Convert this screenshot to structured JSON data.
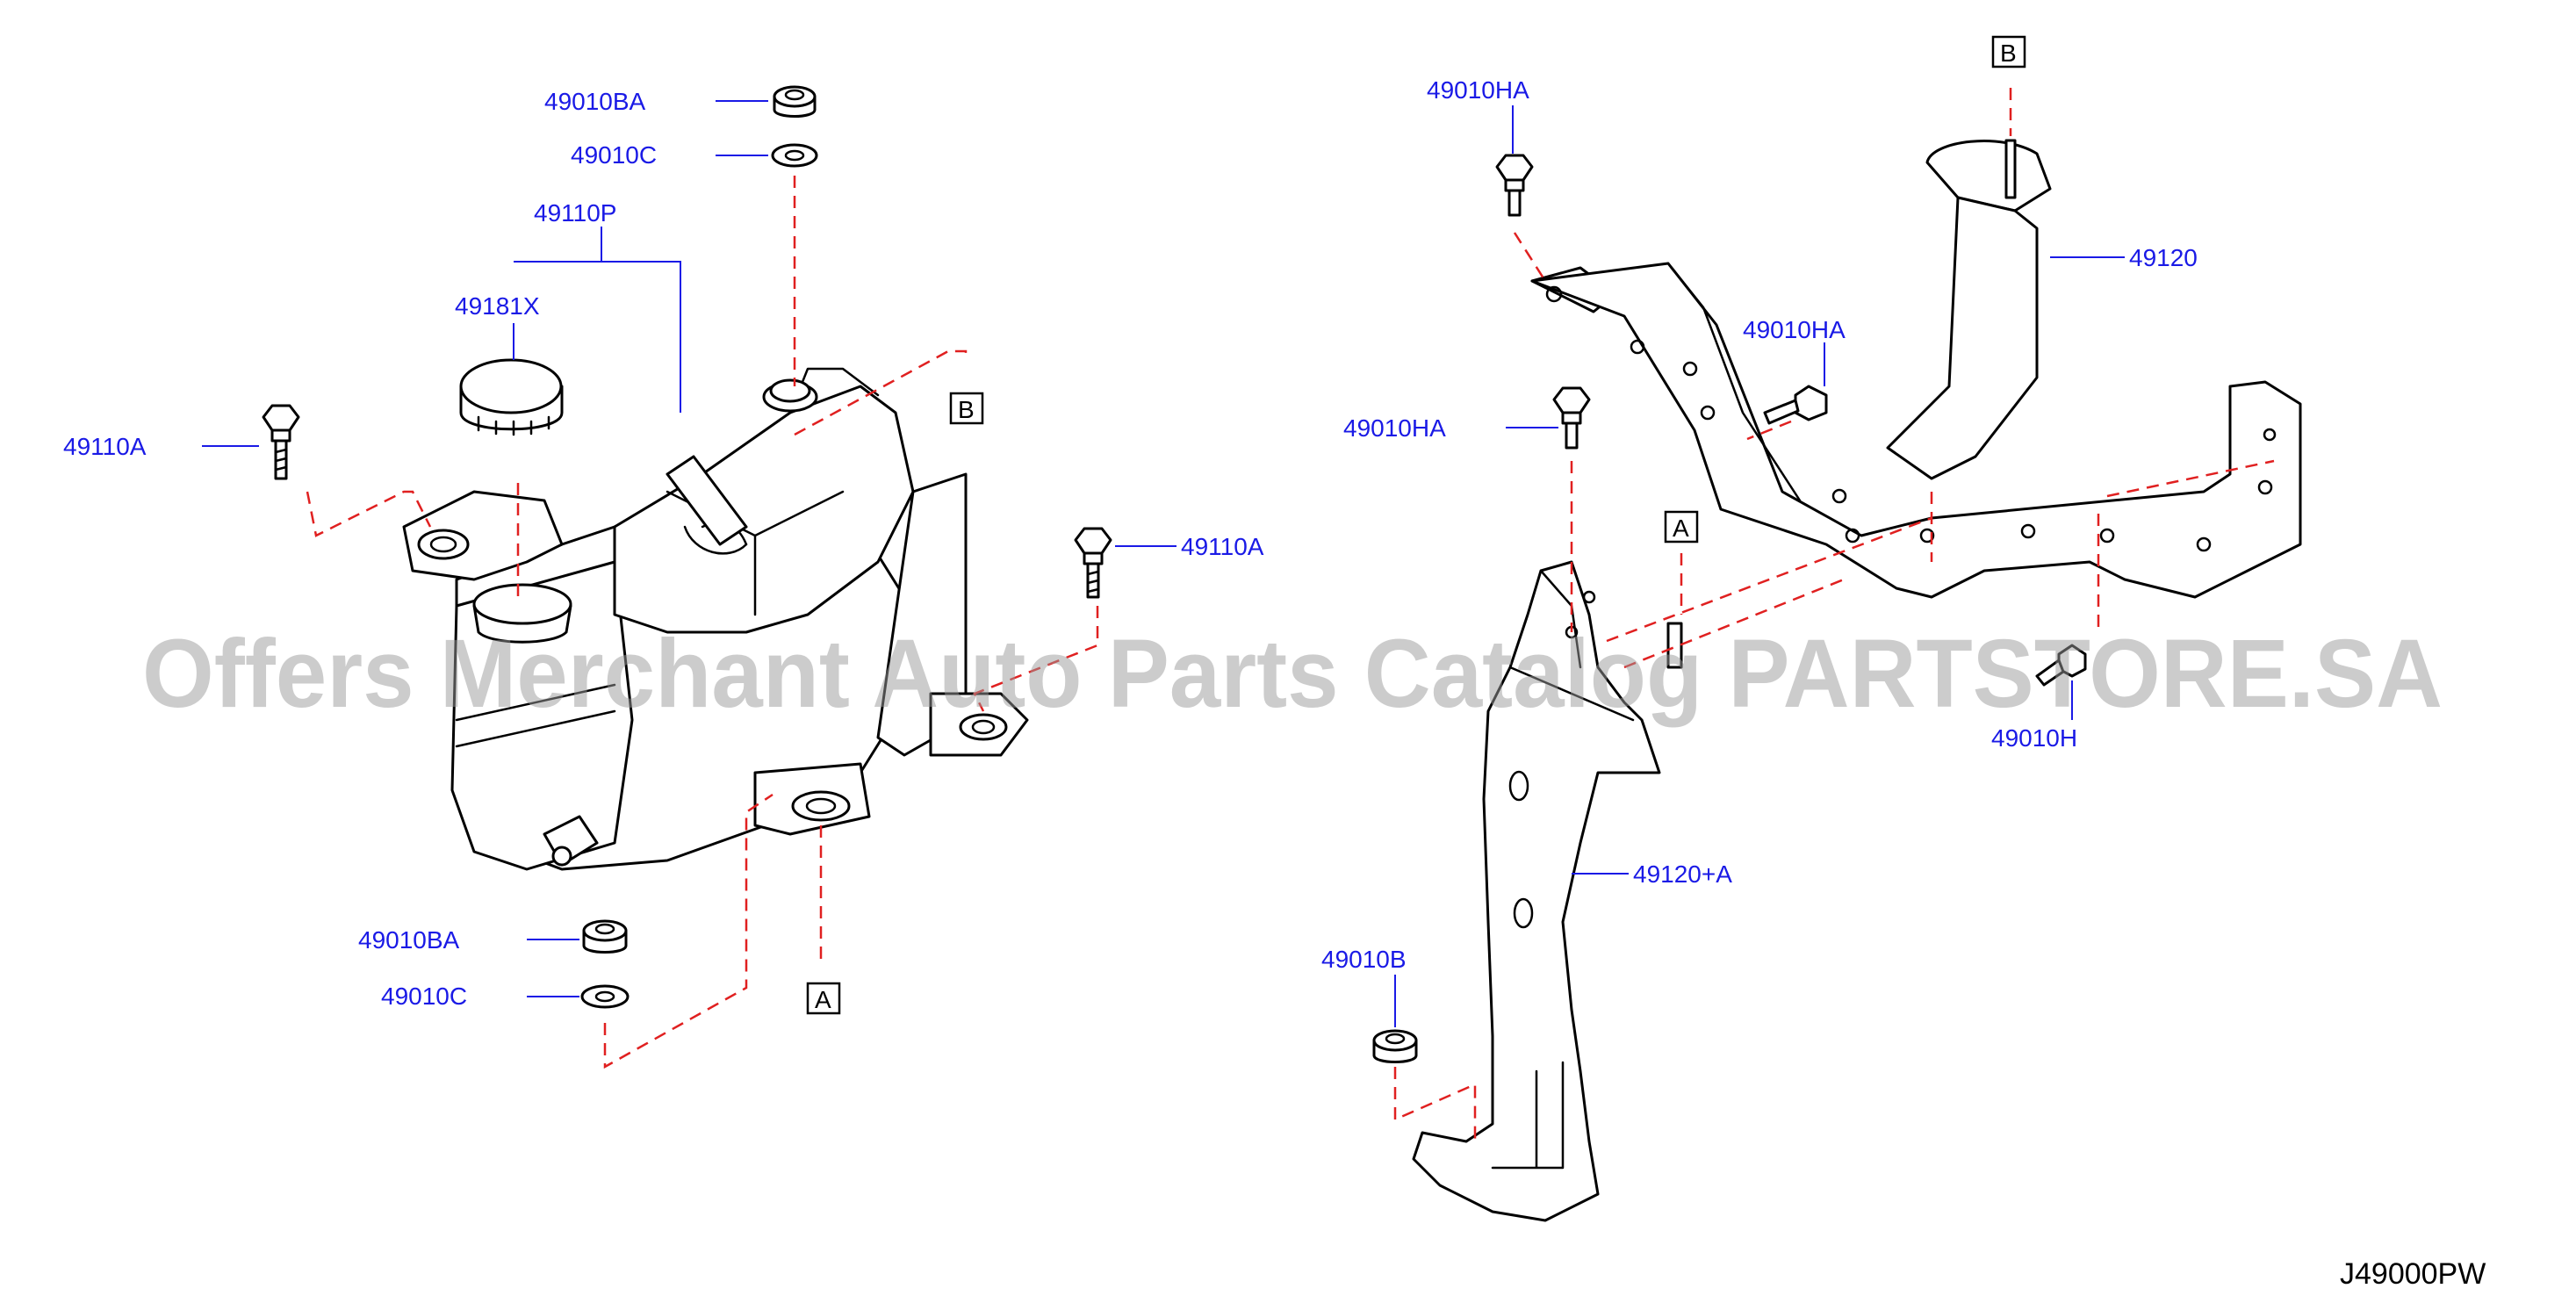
{
  "labels": {
    "p_49010BA_top": "49010BA",
    "p_49010C_top": "49010C",
    "p_49110P": "49110P",
    "p_49181X": "49181X",
    "p_49110A_left": "49110A",
    "p_49110A_right": "49110A",
    "p_49010BA_bottom": "49010BA",
    "p_49010C_bottom": "49010C",
    "p_49010HA_top": "49010HA",
    "p_49120": "49120",
    "p_49010HA_mid": "49010HA",
    "p_49010HA_left": "49010HA",
    "p_49010H": "49010H",
    "p_49120A": "49120+A",
    "p_49010B": "49010B"
  },
  "refs": {
    "b_top": "B",
    "b_left": "B",
    "a_left": "A",
    "a_right": "A"
  },
  "diagram_code": "J49000PW",
  "watermark": "Offers Merchant Auto Parts Catalog PARTSTORE.SA",
  "colors": {
    "label": "#1a1ae6",
    "leader": "#1a1ae6",
    "dash": "#e02020",
    "line": "#000000",
    "watermark": "#9a9a9a"
  }
}
